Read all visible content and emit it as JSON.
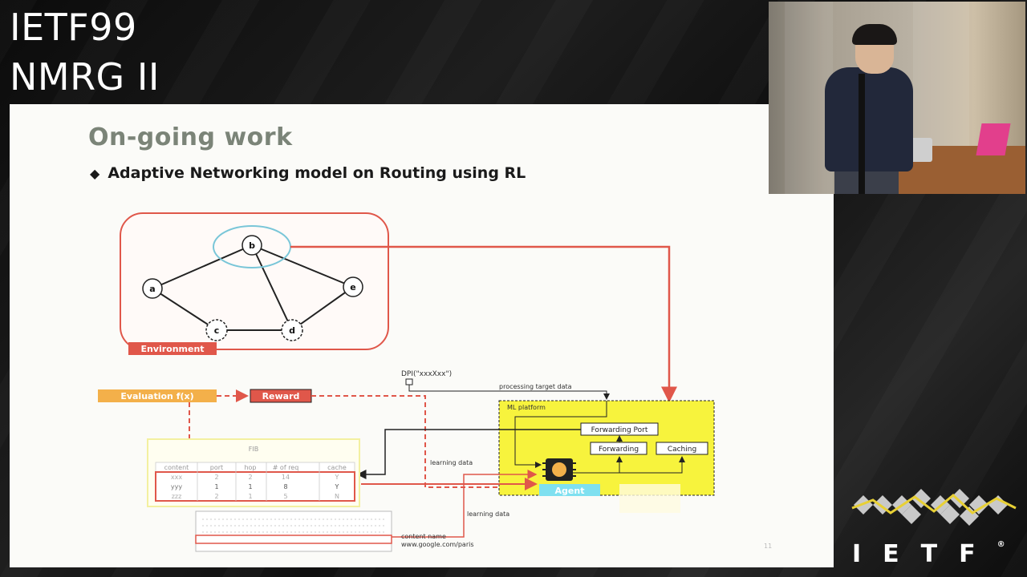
{
  "stream": {
    "title_line1": "IETF99",
    "title_line2": "NMRG II"
  },
  "slide": {
    "title": "On-going work",
    "bullet": "Adaptive Networking model on Routing using RL",
    "page_number": "11"
  },
  "diagram": {
    "environment_label": "Environment",
    "nodes": [
      "a",
      "b",
      "c",
      "d",
      "e"
    ],
    "evaluation_label": "Evaluation f(x)",
    "reward_label": "Reward",
    "dpi_label": "DPI(\"xxxXxx\")",
    "processing_label": "processing target data",
    "ml_platform_label": "ML platform",
    "forwarding_port_label": "Forwarding Port",
    "forwarding_label": "Forwarding",
    "caching_label": "Caching",
    "agent_label": "Agent",
    "learning_data_label_1": "learning data",
    "learning_data_label_2": "learning data",
    "content_name_label": "content name",
    "url_label": "www.google.com/paris",
    "table": {
      "caption": "FIB",
      "headers": [
        "content",
        "port",
        "hop",
        "# of req",
        "cache"
      ],
      "rows": [
        [
          "xxx",
          "2",
          "2",
          "14",
          "Y"
        ],
        [
          "yyy",
          "1",
          "1",
          "8",
          "Y"
        ],
        [
          "zzz",
          "2",
          "1",
          "5",
          "N"
        ]
      ]
    }
  },
  "colors": {
    "environment_red": "#e0574a",
    "evaluation_orange": "#f3b04a",
    "ml_platform_yellow": "#f7f33d",
    "agent_cyan": "#7fe0f0"
  },
  "branding": {
    "ietf_logo_text": "IETF"
  }
}
